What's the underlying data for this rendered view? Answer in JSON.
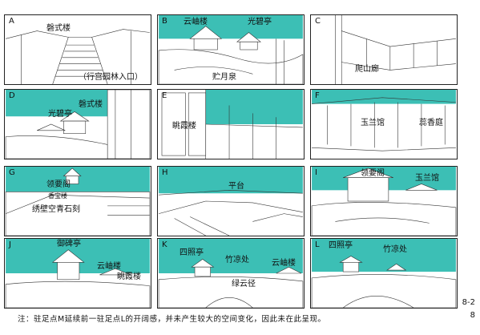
{
  "colors": {
    "sky": "#3cbfb5",
    "ink": "#222222",
    "ground": "#ffffff"
  },
  "panels": [
    {
      "id": "A",
      "captions": [
        "磬式楼",
        "（行宫园林入口）"
      ]
    },
    {
      "id": "B",
      "captions": [
        "云岫楼",
        "光碧亭",
        "贮月泉"
      ]
    },
    {
      "id": "C",
      "captions": [
        "爬山廊"
      ]
    },
    {
      "id": "D",
      "captions": [
        "磬式楼",
        "光碧亭"
      ]
    },
    {
      "id": "E",
      "captions": [
        "眺霞楼"
      ]
    },
    {
      "id": "F",
      "captions": [
        "玉兰馆",
        "蕊香庭"
      ]
    },
    {
      "id": "G",
      "captions": [
        "领要阁",
        "香宝楼",
        "绣壁空青石刻"
      ]
    },
    {
      "id": "H",
      "captions": [
        "平台"
      ]
    },
    {
      "id": "I",
      "captions": [
        "领要阁",
        "玉兰馆"
      ]
    },
    {
      "id": "J",
      "captions": [
        "御碑亭",
        "云岫楼",
        "眺霞楼"
      ]
    },
    {
      "id": "K",
      "captions": [
        "四照亭",
        "竹凉处",
        "云岫楼",
        "绿云径"
      ]
    },
    {
      "id": "L",
      "captions": [
        "四照亭",
        "竹凉处"
      ]
    }
  ],
  "note": "注：驻足点M延续前一驻足点L的开阔感，并未产生较大的空间变化，因此未在此呈现。",
  "page_number": [
    "8-2",
    "8"
  ]
}
